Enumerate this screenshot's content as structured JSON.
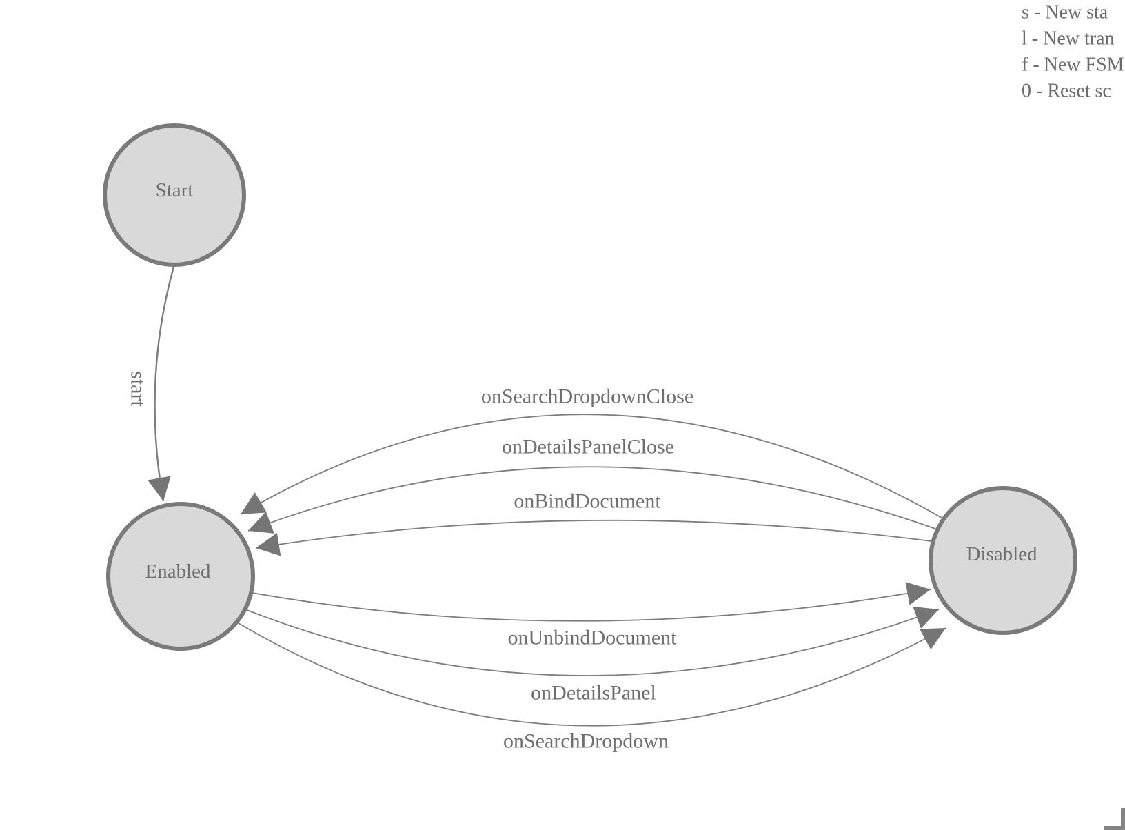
{
  "diagram": {
    "states": {
      "start": {
        "label": "Start"
      },
      "enabled": {
        "label": "Enabled"
      },
      "disabled": {
        "label": "Disabled"
      }
    },
    "transitions": {
      "start_to_enabled": {
        "label": "start",
        "from": "Start",
        "to": "Enabled"
      },
      "on_search_dropdown_close": {
        "label": "onSearchDropdownClose",
        "from": "Disabled",
        "to": "Enabled"
      },
      "on_details_panel_close": {
        "label": "onDetailsPanelClose",
        "from": "Disabled",
        "to": "Enabled"
      },
      "on_bind_document": {
        "label": "onBindDocument",
        "from": "Disabled",
        "to": "Enabled"
      },
      "on_unbind_document": {
        "label": "onUnbindDocument",
        "from": "Enabled",
        "to": "Disabled"
      },
      "on_details_panel": {
        "label": "onDetailsPanel",
        "from": "Enabled",
        "to": "Disabled"
      },
      "on_search_dropdown": {
        "label": "onSearchDropdown",
        "from": "Enabled",
        "to": "Disabled"
      }
    },
    "colors": {
      "state_fill": "#d9d9d9",
      "state_stroke": "#7a7a7a",
      "edge_line": "#7d7d7d",
      "arrowhead": "#757575",
      "label_text": "#6f6f6f",
      "help_text": "#6b6b6b",
      "corner_mark": "#848484"
    }
  },
  "shortcuts": {
    "line1": "s - New sta",
    "line2": "l - New tran",
    "line3": "f - New FSM",
    "line4": "0 - Reset sc"
  }
}
